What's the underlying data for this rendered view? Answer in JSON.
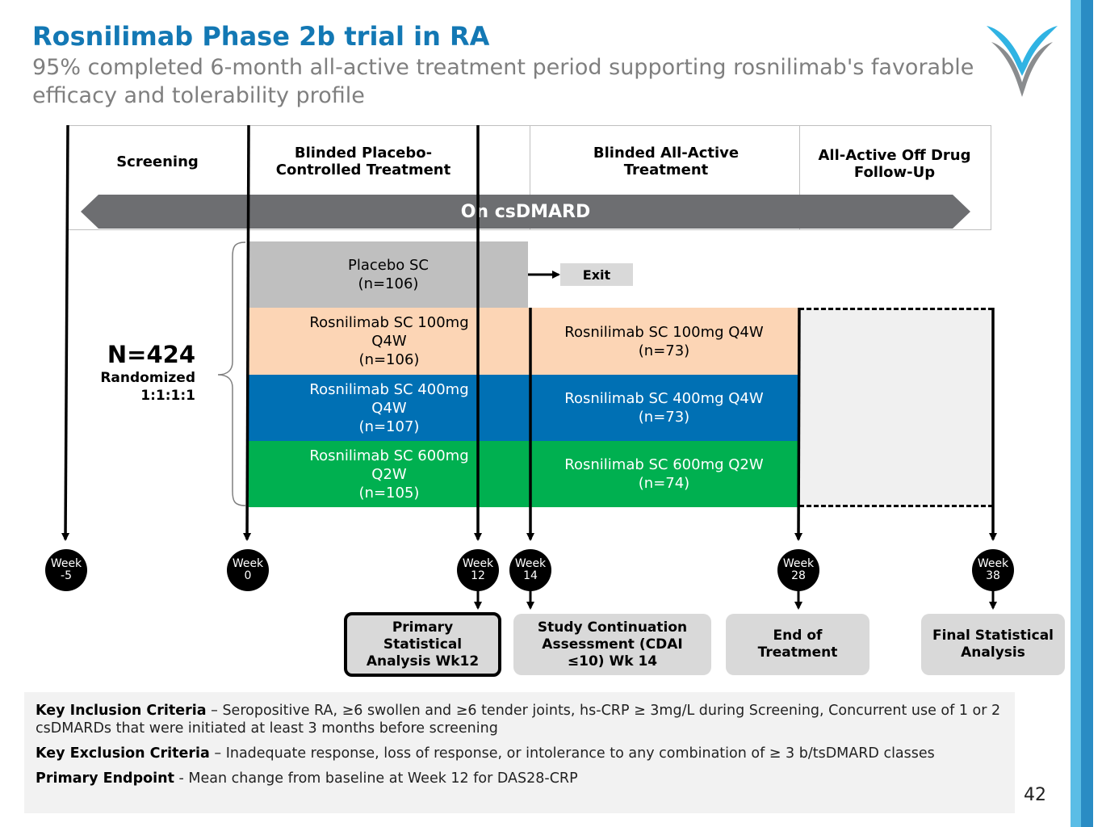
{
  "header": {
    "title": "Rosnilimab Phase 2b trial in RA",
    "subtitle": "95% completed 6-month all-active treatment period supporting rosnilimab's favorable efficacy and tolerability profile"
  },
  "phases": {
    "screening": "Screening",
    "blinded_placebo": "Blinded Placebo-Controlled Treatment",
    "blinded_all_active": "Blinded All-Active Treatment",
    "off_drug": "All-Active Off Drug Follow-Up"
  },
  "background_banner": "On csDMARD",
  "randomization": {
    "n": "N=424",
    "label": "Randomized",
    "ratio": "1:1:1:1"
  },
  "arms": {
    "placebo": {
      "name": "Placebo SC",
      "n": "(n=106)"
    },
    "exit": "Exit",
    "r100": {
      "line1": "Rosnilimab SC 100mg",
      "line2": "Q4W",
      "n": "(n=106)",
      "cont_label": "Rosnilimab SC 100mg Q4W",
      "cont_n": "(n=73)"
    },
    "r400": {
      "line1": "Rosnilimab SC 400mg",
      "line2": "Q4W",
      "n": "(n=107)",
      "cont_label": "Rosnilimab SC 400mg Q4W",
      "cont_n": "(n=73)"
    },
    "r600": {
      "line1": "Rosnilimab SC 600mg",
      "line2": "Q2W",
      "n": "(n=105)",
      "cont_label": "Rosnilimab SC 600mg Q2W",
      "cont_n": "(n=74)"
    }
  },
  "weeks": [
    {
      "label": "Week",
      "num": "-5"
    },
    {
      "label": "Week",
      "num": "0"
    },
    {
      "label": "Week",
      "num": "12"
    },
    {
      "label": "Week",
      "num": "14"
    },
    {
      "label": "Week",
      "num": "28"
    },
    {
      "label": "Week",
      "num": "38"
    }
  ],
  "milestones": {
    "primary": "Primary Statistical Analysis Wk12",
    "continuation": "Study Continuation Assessment (CDAI ≤10) Wk 14",
    "end": "End of Treatment",
    "final": "Final Statistical Analysis"
  },
  "criteria": {
    "inclusion_label": "Key Inclusion Criteria",
    "inclusion_text": " – Seropositive RA, ≥6 swollen and ≥6 tender joints, hs-CRP ≥ 3mg/L during Screening, Concurrent use of 1 or 2 csDMARDs that were initiated at least 3 months before screening",
    "exclusion_label": "Key Exclusion Criteria",
    "exclusion_text": " – Inadequate response, loss of response, or intolerance to any combination of ≥ 3 b/tsDMARD classes",
    "endpoint_label": "Primary Endpoint",
    "endpoint_text": " - Mean change from baseline at Week 12 for DAS28-CRP"
  },
  "page_number": "42",
  "colors": {
    "title": "#1378b4",
    "placebo": "#bfbfbf",
    "r100": "#fcd5b5",
    "r400": "#0070b4",
    "r600": "#00b050",
    "banner": "#6d6e71",
    "followup": "#f0f0f0",
    "side_bar_light": "#5bbde6",
    "side_bar_dark": "#2a8cc4"
  }
}
